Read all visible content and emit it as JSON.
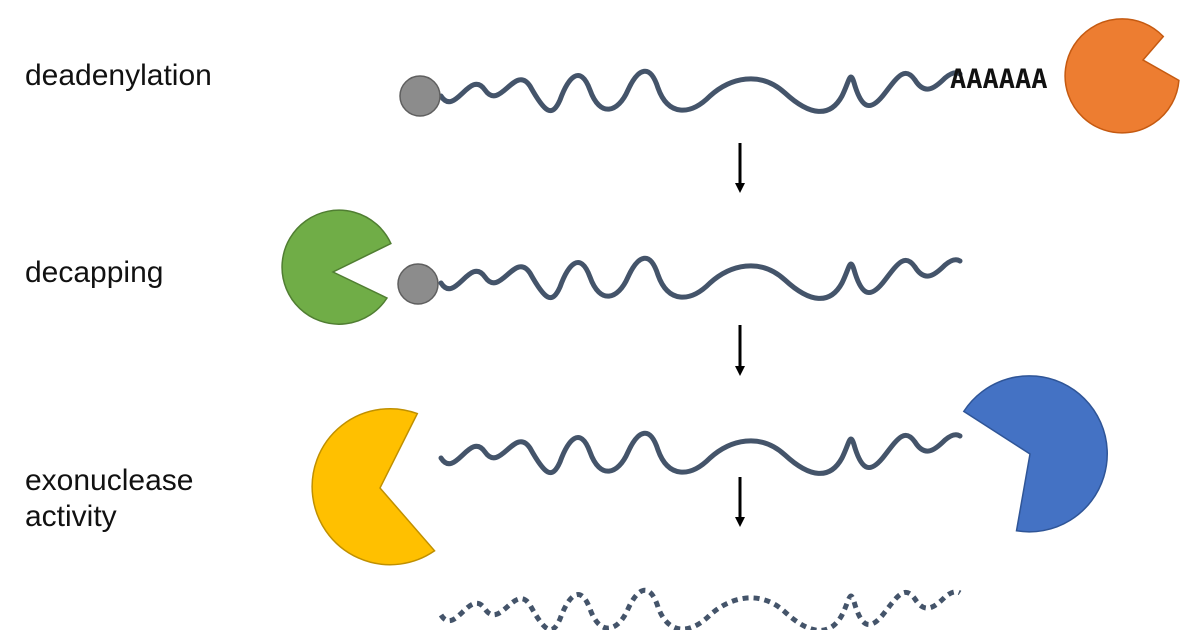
{
  "steps": {
    "deadenylation": "deadenylation",
    "decapping": "decapping",
    "exonuclease_line1": "exonuclease",
    "exonuclease_line2": "activity"
  },
  "poly_a_tail": "AAAAAA",
  "colors": {
    "rna_strand": "#44546a",
    "cap": "#8c8c8c",
    "deadenylase": "#ed7d31",
    "decapping_enzyme": "#70ad47",
    "exonuclease_5prime": "#ffc000",
    "exonuclease_3prime": "#4472c4",
    "arrow": "#000000"
  }
}
